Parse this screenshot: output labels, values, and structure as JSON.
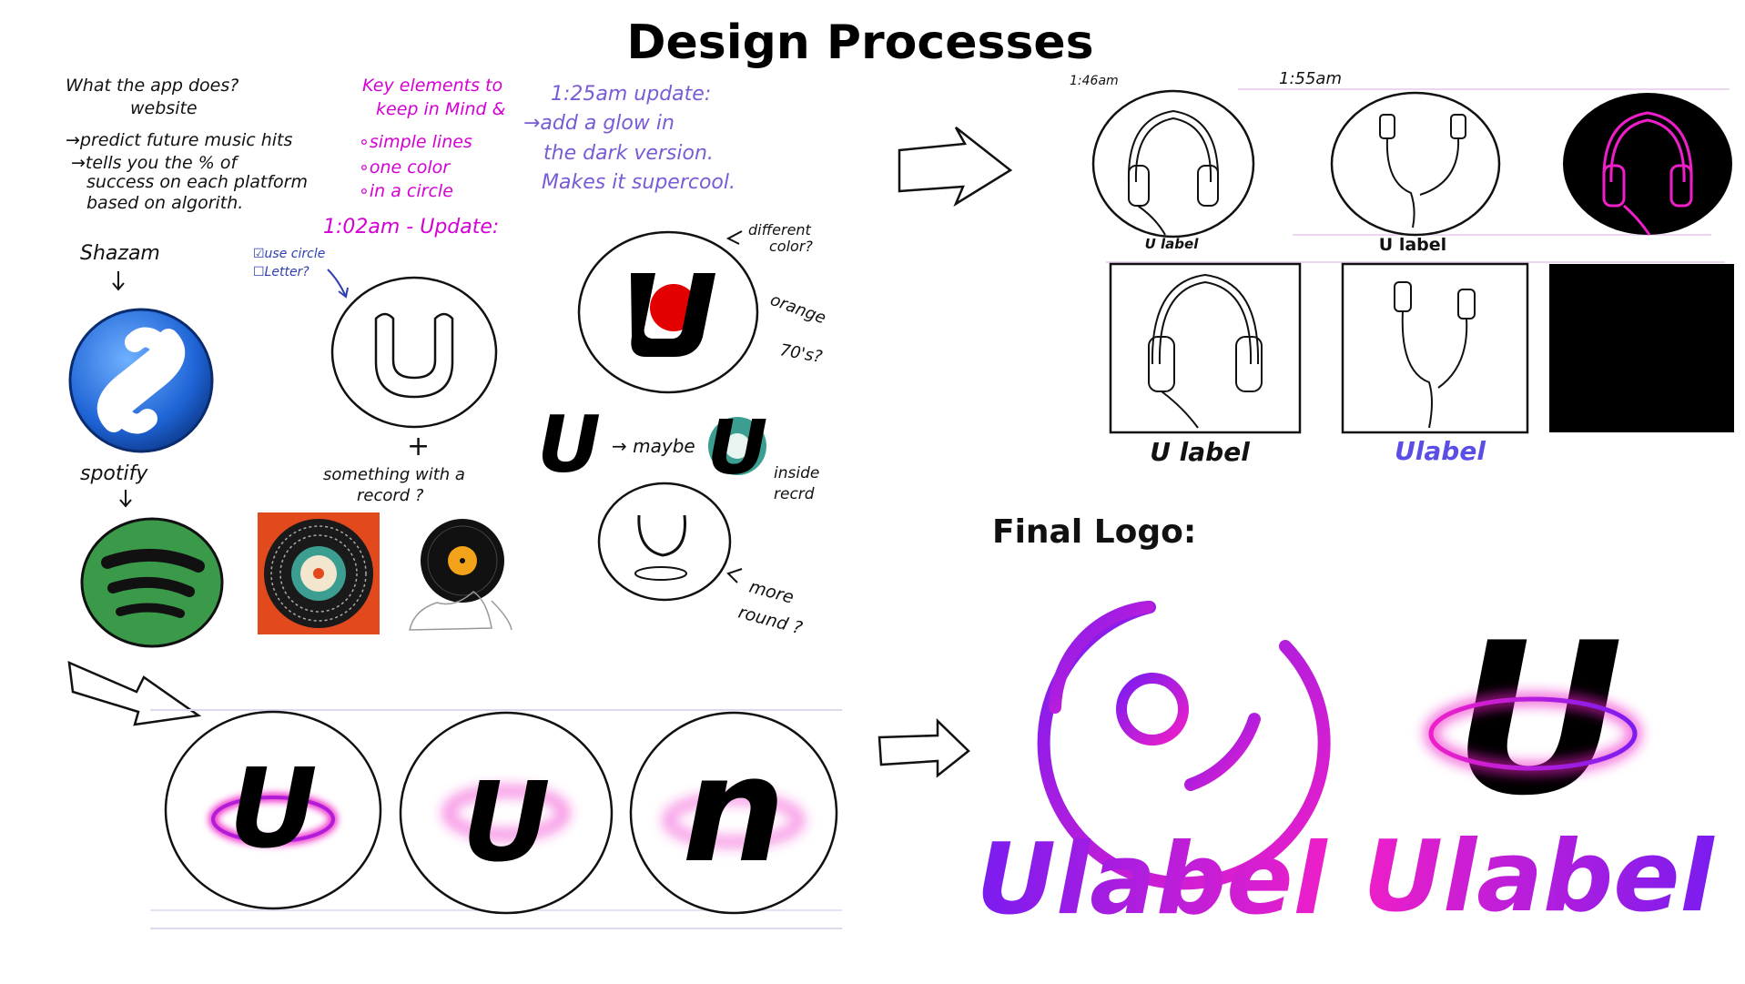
{
  "title": "Design Processes",
  "colors": {
    "ink": "#000000",
    "marker_pink": "#d400d4",
    "marker_purple": "#7a5bd6",
    "note_blue": "#2f3fb0",
    "ulabel_blue": "#5a4ee6",
    "logo_pink": "#ee1fc8",
    "logo_violet": "#7a1cf0",
    "shazam_blue": "#1f64d6",
    "spotify_green": "#3a9a4a",
    "record_orange": "#f2a31a",
    "vinyl_red": "#e24a1e",
    "teal": "#3c9e90"
  },
  "notes": {
    "app": [
      "What the app does?",
      "website",
      "→predict future music hits",
      "→tells you the % of",
      "success on each platform",
      "based on algorith."
    ],
    "key": [
      "Key elements to",
      "keep in Mind &",
      "∘simple lines",
      "∘one color",
      "∘in a circle"
    ],
    "update_125": [
      "1:25am update:",
      "→add a glow in",
      "the dark version.",
      "Makes it supercool."
    ],
    "update_102": "1:02am - Update:",
    "use_circle": [
      "☑use circle",
      "☐Letter?"
    ],
    "shazam": "Shazam",
    "spotify": "spotify",
    "plus": "+",
    "record": [
      "something with a",
      "record ?"
    ],
    "different": [
      "different",
      "color?"
    ],
    "orange": [
      "orange",
      "70's?"
    ],
    "maybe": "→ maybe",
    "inside": [
      "inside",
      "recrd"
    ],
    "more_round": [
      "more",
      "round ?"
    ],
    "time_146": "1:46am",
    "time_155": "1:55am"
  },
  "icons": {
    "letter_u": "U",
    "letter_n": "n"
  },
  "variants": {
    "u_label_small_1": "U label",
    "u_label_small_2": "U label",
    "u_label_big": "U label",
    "ulabel_big": "Ulabel"
  },
  "final": {
    "heading": "Final Logo:",
    "wordmark_1": "Ulabel",
    "wordmark_2": "Ulabel"
  }
}
